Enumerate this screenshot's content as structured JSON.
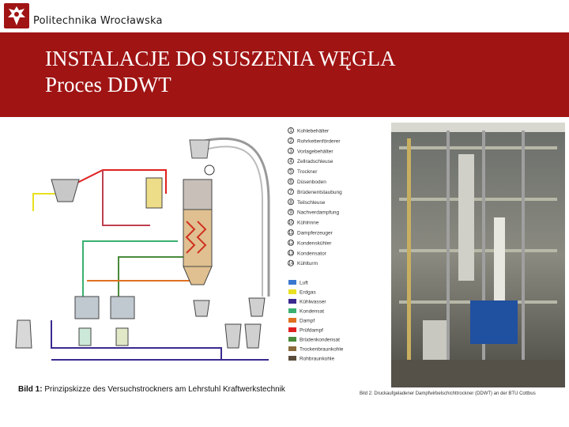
{
  "header": {
    "brand": "Politechnika Wrocławska",
    "brand_color": "#a01414",
    "logo_icon": "university-eagle-crest"
  },
  "slide": {
    "title_line1": "INSTALACJE DO SUSZENIA WĘGLA",
    "title_line2": "Proces DDWT",
    "band_color": "#a01414"
  },
  "figure1": {
    "caption_label": "Bild 1:",
    "caption_text": "Prinzipskizze des Versuchstrockners am Lehrstuhl Kraftwerkstechnik",
    "numbered_legend": [
      {
        "num": "1",
        "label": "Kohlebehälter"
      },
      {
        "num": "2",
        "label": "Rohrkettenförderer"
      },
      {
        "num": "3",
        "label": "Vorlagebehälter"
      },
      {
        "num": "4",
        "label": "Zellradschleuse"
      },
      {
        "num": "5",
        "label": "Trockner"
      },
      {
        "num": "6",
        "label": "Düsenboden"
      },
      {
        "num": "7",
        "label": "Brüdenentstaubung"
      },
      {
        "num": "8",
        "label": "Teilschleuse"
      },
      {
        "num": "9",
        "label": "Nachverdampfung"
      },
      {
        "num": "10",
        "label": "Kühlrinne"
      },
      {
        "num": "11",
        "label": "Dampferzeuger"
      },
      {
        "num": "12",
        "label": "Kondenskühler"
      },
      {
        "num": "13",
        "label": "Kondensator"
      },
      {
        "num": "14",
        "label": "Kühlturm"
      }
    ],
    "color_legend": [
      {
        "label": "Luft",
        "color": "#3a78d0"
      },
      {
        "label": "Erdgas",
        "color": "#e8e020"
      },
      {
        "label": "Kühlwasser",
        "color": "#3a2a90"
      },
      {
        "label": "Kondensat",
        "color": "#3ab070"
      },
      {
        "label": "Dampf",
        "color": "#e07020"
      },
      {
        "label": "Prüfdampf",
        "color": "#e02020"
      },
      {
        "label": "Brüdenkondensat",
        "color": "#4a8a3a"
      },
      {
        "label": "Trockenbraunkohle",
        "color": "#8a6a3a"
      },
      {
        "label": "Rohbraunkohle",
        "color": "#5a4a3a"
      }
    ]
  },
  "figure2": {
    "caption_text": "Bild 2: Druckaufgeladener Dampfwirbelschichttrockner (DDWT) an der BTU Cottbus"
  }
}
